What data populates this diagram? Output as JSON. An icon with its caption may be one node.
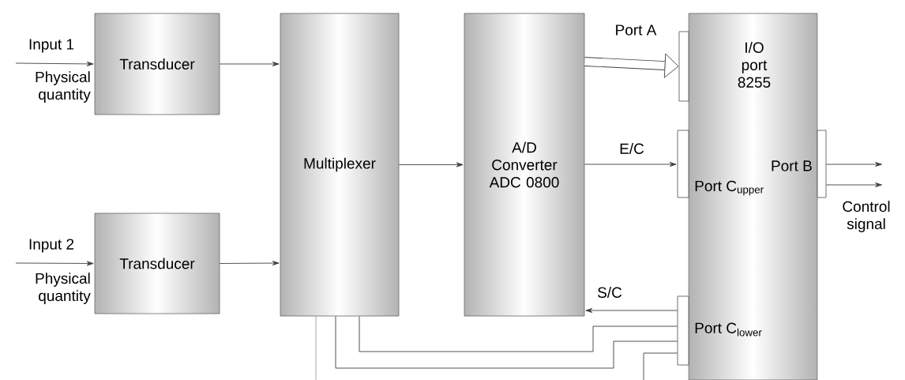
{
  "diagram": {
    "nodes": [
      {
        "text": [
          "Transducer"
        ]
      },
      {
        "text": [
          "Transducer"
        ]
      },
      {
        "text": [
          "Multiplexer"
        ]
      },
      {
        "text": [
          "A/D Converter ADC 0800"
        ]
      },
      {
        "text": [
          "I/O port 8255",
          "Port B",
          "Port C$_{upper}$",
          "Port C$_{lower}$"
        ]
      },
      {
        "text": [],
        "shape": "bar"
      },
      {
        "text": [],
        "shape": "bar"
      },
      {
        "text": [],
        "shape": "bar"
      },
      {
        "text": [],
        "shape": "bar"
      },
      {
        "text": [
          "Control signal"
        ]
      }
    ],
    "edges": [
      {
        "from": null,
        "to": 0,
        "arrow": "to",
        "label": "Input 1"
      },
      {
        "from": null,
        "to": 1,
        "arrow": "to",
        "label": "Input 2"
      },
      {
        "from": 0,
        "to": 2,
        "arrow": "to"
      },
      {
        "from": 1,
        "to": 2,
        "arrow": "to"
      },
      {
        "from": 2,
        "to": 3,
        "arrow": "to"
      },
      {
        "from": 3,
        "to": 5,
        "arrow": "to",
        "label": "Port A",
        "style": "thick"
      },
      {
        "from": 3,
        "to": 6,
        "arrow": "to",
        "label": "E/C"
      },
      {
        "from": 8,
        "to": 3,
        "arrow": "to",
        "label": "S/C"
      },
      {
        "from": 7,
        "to": 9,
        "arrow": "to"
      },
      {
        "from": 7,
        "to": 9,
        "arrow": "to"
      },
      {
        "from": 8,
        "to": 2,
        "arrow": "none"
      },
      {
        "from": 8,
        "to": 2,
        "arrow": "none"
      },
      {
        "from": 2,
        "to": null,
        "arrow": "none"
      },
      {
        "from": 8,
        "to": null,
        "arrow": "none"
      }
    ],
    "labels": [
      "Physical quantity",
      "Physical quantity"
    ]
  }
}
